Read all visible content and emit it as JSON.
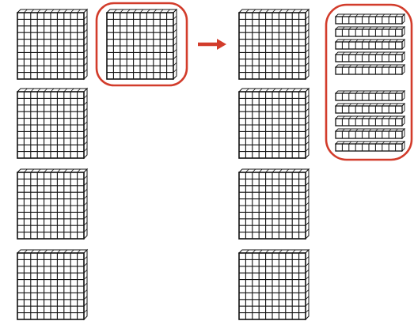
{
  "figure": {
    "left_group": {
      "hundreds_flats_count": 4,
      "highlighted_flats_count": 1
    },
    "arrow": {
      "direction": "right",
      "icon": "right-arrow-icon"
    },
    "right_group": {
      "hundreds_flats_count": 4,
      "tens_rods_count": 10
    },
    "colors": {
      "highlight": "#d23c2b",
      "arrow": "#d23c2b",
      "grid_line": "#111111",
      "face_fill": "#ffffff"
    }
  }
}
